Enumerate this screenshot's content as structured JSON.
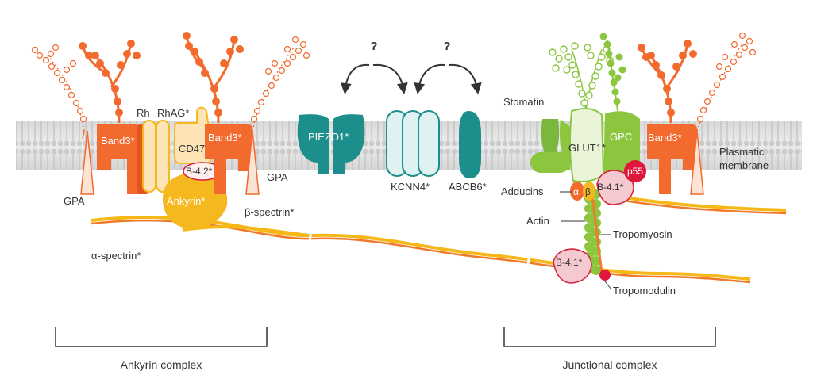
{
  "colors": {
    "band3": "#f26a2e",
    "ankyrin": "#f5b81f",
    "teal": "#1c8f8c",
    "lightTeal": "#dff1f0",
    "green": "#8cc63f",
    "membrane": "#d2d2d2",
    "spectrinYellow": "#f6b718",
    "spectrinOrange": "#f07a2a",
    "pink": "#f4c9cf",
    "red": "#e0173c"
  },
  "question_marks": [
    "?",
    "?"
  ],
  "labels": {
    "gpa_left": "GPA",
    "rh": "Rh",
    "rhag": "RhAG*",
    "band3_1": "Band3*",
    "band3_2": "Band3*",
    "band3_3": "Band3*",
    "cd47": "CD47",
    "b42": "B-4.2*",
    "ankyrin": "Ankyrin*",
    "gpa_right": "GPA",
    "beta_spectrin": "β-spectrin*",
    "alpha_spectrin": "α-spectrin*",
    "piezo1": "PIEZO1*",
    "kcnn4": "KCNN4*",
    "abcb6": "ABCB6*",
    "stomatin": "Stomatin",
    "glut1": "GLUT1*",
    "gpc": "GPC",
    "p55": "p55",
    "b41_upper": "B-4.1*",
    "b41_lower": "B-4.1*",
    "adducins": "Adducins",
    "alpha": "α",
    "beta": "β",
    "actin": "Actin",
    "tropomyosin": "Tropomyosin",
    "tropomodulin": "Tropomodulin",
    "plasmatic_membrane": "Plasmatic membrane"
  },
  "groups": {
    "ankyrin_complex": "Ankyrin complex",
    "junctional_complex": "Junctional complex"
  }
}
